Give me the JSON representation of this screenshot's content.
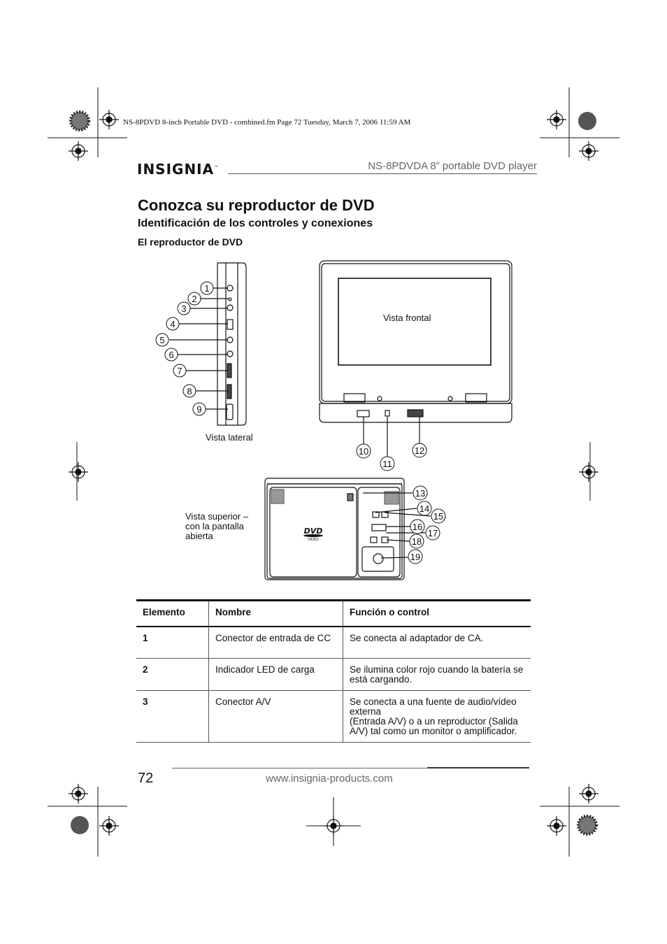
{
  "print_header": "NS-8PDVD 8-inch Portable DVD - combined.fm  Page 72  Tuesday, March 7, 2006  11:59 AM",
  "header": {
    "logo_text": "INSIGNIA",
    "logo_mark": "™",
    "product": "NS-8PDVDA 8” portable DVD player"
  },
  "title": "Conozca su reproductor de DVD",
  "subtitle": "Identificación de los controles y conexiones",
  "section": "El reproductor de DVD",
  "figure": {
    "side_view_label": "Vista lateral",
    "front_view_label": "Vista frontal",
    "top_view_label_lines": [
      "Vista superior –",
      "con la pantalla",
      "abierta"
    ],
    "dvd_logo_text": "DVD",
    "dvd_logo_sub": "VIDEO",
    "callouts": [
      "1",
      "2",
      "3",
      "4",
      "5",
      "6",
      "7",
      "8",
      "9",
      "10",
      "11",
      "12",
      "13",
      "14",
      "15",
      "16",
      "17",
      "18",
      "19"
    ]
  },
  "table": {
    "headers": [
      "Elemento",
      "Nombre",
      "Función o control"
    ],
    "rows": [
      {
        "item": "1",
        "name": "Conector de entrada de CC",
        "function": "Se conecta al adaptador de CA."
      },
      {
        "item": "2",
        "name": "Indicador LED de carga",
        "function": "Se ilumina color rojo cuando la batería se está cargando."
      },
      {
        "item": "3",
        "name": "Conector A/V",
        "function": "Se conecta a una fuente de audio/vídeo externa",
        "function_2": "(Entrada A/V) o a un reproductor (Salida A/V) tal como un monitor o amplificador."
      }
    ]
  },
  "footer": {
    "page_number": "72",
    "url": "www.insignia-products.com"
  }
}
